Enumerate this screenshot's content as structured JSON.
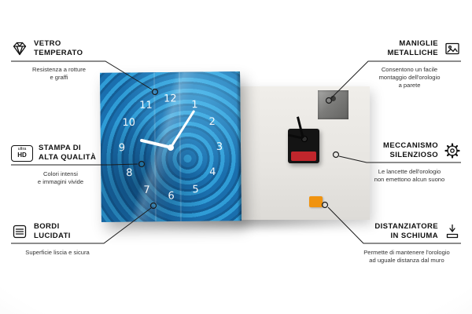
{
  "callouts": [
    {
      "title": "VETRO\nTEMPERATO",
      "desc": "Resistenza a rotture\ne graffi",
      "icon": "diamond-icon"
    },
    {
      "title": "STAMPA DI\nALTA QUALITÀ",
      "desc": "Colori intensi\ne immagini vivide",
      "icon": "ultra-hd-icon",
      "icon_top": "ultra",
      "icon_bottom": "HD"
    },
    {
      "title": "BORDI\nLUCIDATI",
      "desc": "Superficie liscia e sicura",
      "icon": "polished-edges-icon"
    },
    {
      "title": "MANIGLIE\nMETALLICHE",
      "desc": "Consentono un facile\nmontaggio dell'orologio\na parete",
      "icon": "picture-frame-icon"
    },
    {
      "title": "MECCANISMO\nSILENZIOSO",
      "desc": "Le lancette dell'orologio\nnon emettono alcun suono",
      "icon": "gear-icon"
    },
    {
      "title": "DISTANZIATORE\nIN SCHIUMA",
      "desc": "Permette di mantenere l'orologio\nad uguale distanza dal muro",
      "icon": "foam-spacer-icon"
    }
  ],
  "clock": {
    "numbers": [
      "12",
      "1",
      "2",
      "3",
      "4",
      "5",
      "6",
      "7",
      "8",
      "9",
      "10",
      "11"
    ]
  },
  "colors": {
    "clock_blue": "#1e7ab8",
    "clock_blue_light": "#5fc4e8",
    "back_panel": "#e9e7e3",
    "spacer_orange": "#f0930f",
    "battery_red": "#c0262c",
    "line": "#1b1b1b"
  }
}
